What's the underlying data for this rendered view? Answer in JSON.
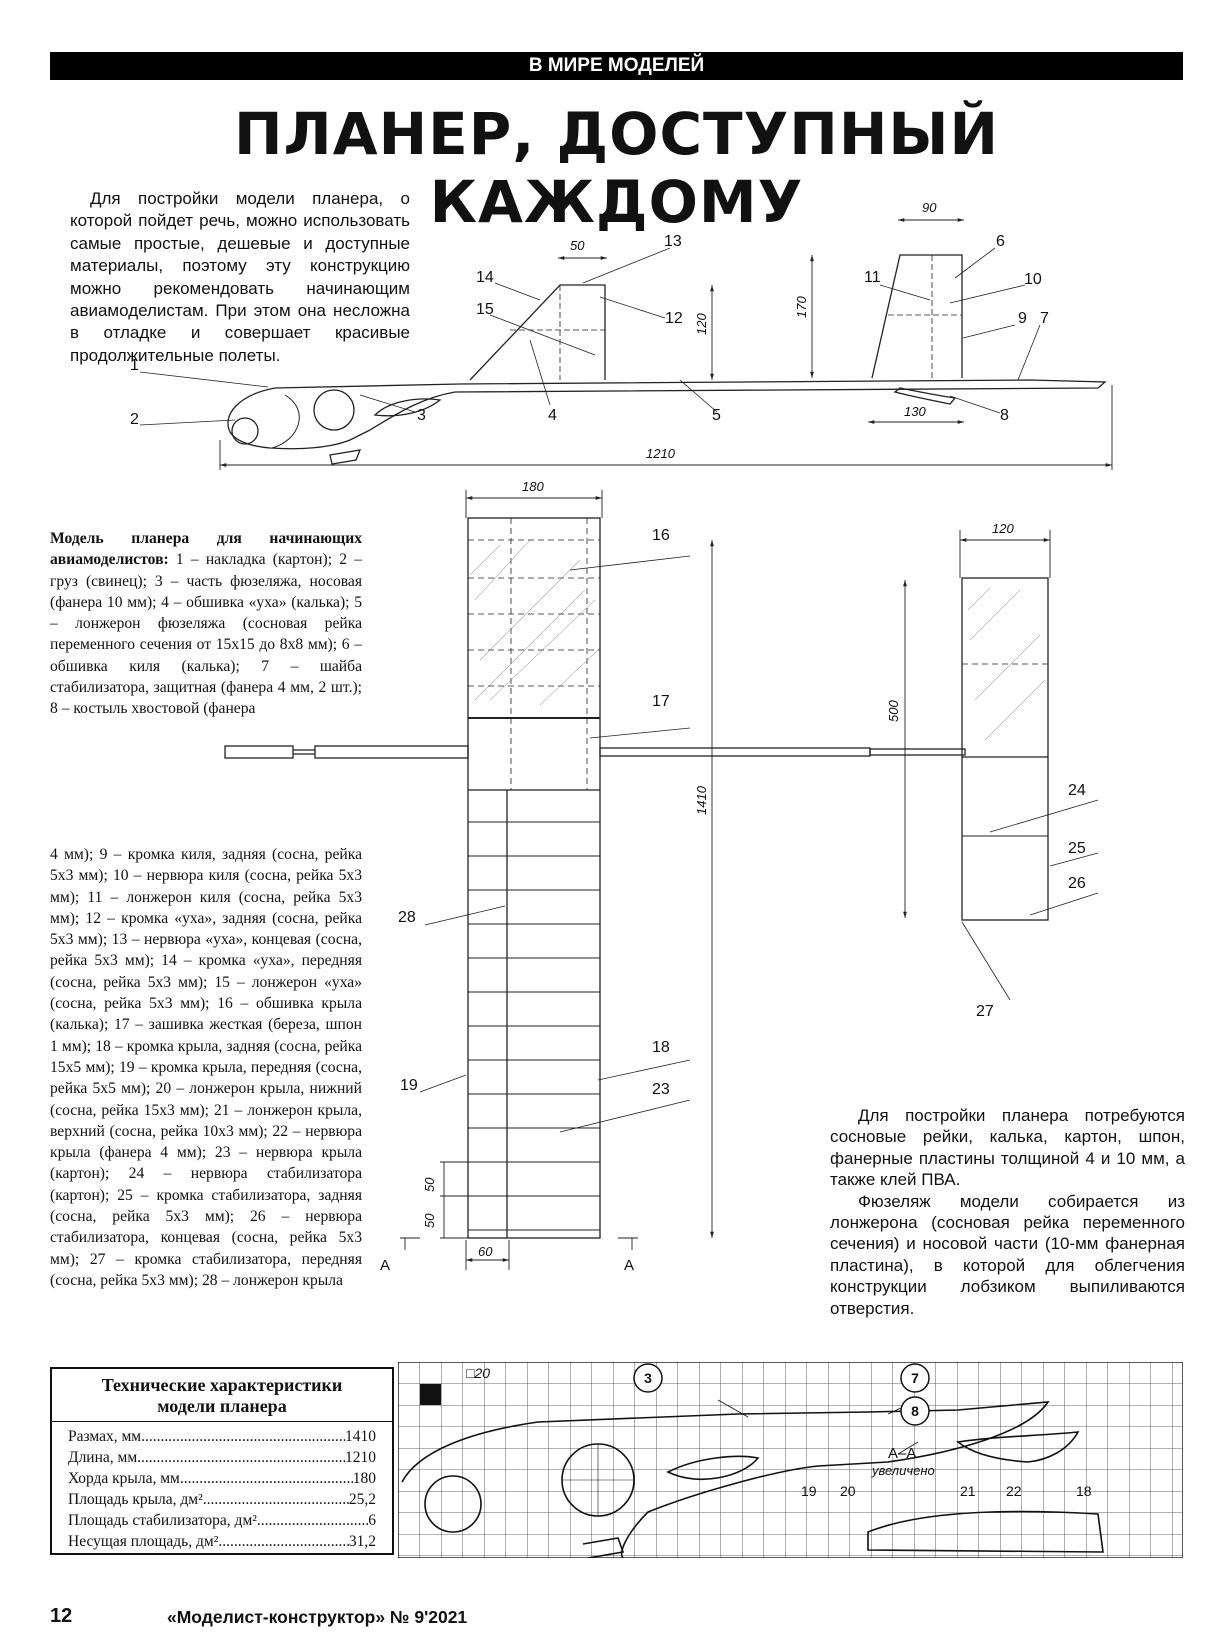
{
  "header": {
    "section": "В МИРЕ МОДЕЛЕЙ",
    "title": "ПЛАНЕР, ДОСТУПНЫЙ КАЖДОМУ"
  },
  "intro": "Для постройки модели планера, о которой пойдет речь, можно использовать самые простые, дешевые и доступные материалы, поэтому эту конструкцию можно рекомендовать начинающим авиамоделистам. При этом она несложна в отладке и совершает красивые продолжительные полеты.",
  "caption": {
    "title": "Модель планера для начинающих авиамоделистов:",
    "part1": "1 – накладка (картон); 2 – груз (свинец); 3 – часть фюзеляжа, носовая (фанера 10 мм); 4 – обшивка «уха» (калька); 5 – лонжерон фюзеляжа (сосновая рейка переменного сечения от 15х15 до 8х8 мм); 6 – обшивка киля (калька); 7 – шайба стабилизатора, защитная (фанера 4 мм, 2 шт.); 8 – костыль хвостовой (фанера",
    "part2": "4 мм); 9 – кромка киля, задняя (сосна, рейка 5х3 мм); 10 – нервюра киля (сосна, рейка 5х3 мм); 11 – лонжерон киля (сосна, рейка 5х3 мм); 12 – кромка «уха», задняя (сосна, рейка 5х3 мм); 13 – нервюра «уха», концевая (сосна, рейка 5х3 мм); 14 – кромка «уха», передняя (сосна, рейка 5х3 мм); 15 – лонжерон «уха» (сосна, рейка 5х3 мм); 16 – обшивка крыла (калька); 17 – зашивка жесткая (береза, шпон 1 мм); 18 – кромка крыла, задняя (сосна, рейка 15х5 мм); 19 – кромка крыла, передняя (сосна, рейка 5х5 мм); 20 – лонжерон крыла, нижний (сосна, рейка 15х3 мм); 21 – лонжерон крыла, верхний (сосна, рейка 10х3 мм); 22 – нервюра крыла (фанера 4 мм); 23 – нервюра крыла (картон); 24 – нервюра стабилизатора (картон); 25 – кромка стабилизатора, задняя (сосна, рейка 5х3 мм); 26 – нервюра стабилизатора, концевая (сосна, рейка 5х3 мм); 27 – кромка стабилизатора, передняя (сосна, рейка 5х3 мм); 28 – лонжерон крыла"
  },
  "body_text": [
    "Для постройки планера потребуются сосновые рейки, калька, картон, шпон, фанерные пластины толщиной 4 и 10 мм, а также клей ПВА.",
    "Фюзеляж модели собирается из лонжерона (сосновая рейка переменного сечения) и носовой части (10-мм фанерная пластина), в которой для облегчения конструкции лобзиком выпиливаются отверстия."
  ],
  "specs": {
    "title_line1": "Технические характеристики",
    "title_line2": "модели планера",
    "rows": [
      {
        "label": "Размах, мм ",
        "value": "1410"
      },
      {
        "label": "Длина, мм ",
        "value": "1210"
      },
      {
        "label": "Хорда крыла, мм ",
        "value": "180"
      },
      {
        "label": "Площадь крыла, дм² ",
        "value": "25,2"
      },
      {
        "label": "Площадь стабилизатора, дм² ",
        "value": "6"
      },
      {
        "label": "Несущая площадь, дм² ",
        "value": "31,2"
      }
    ]
  },
  "drawing": {
    "dims": {
      "ear_width": "50",
      "ear_height": "120",
      "fin_height": "170",
      "fin_width": "90",
      "fin_base": "130",
      "length": "1210",
      "wing_chord": "180",
      "span": "1410",
      "stab_chord": "120",
      "stab_half_span": "500",
      "rib_step_1": "50",
      "rib_step_2": "50",
      "spar_offset": "60"
    },
    "section_mark": "А",
    "section_label": "А–А",
    "section_note": "увеличено",
    "grid_note": "□20",
    "side_labels": [
      "1",
      "2",
      "3",
      "4",
      "5",
      "6",
      "7",
      "8",
      "9",
      "10",
      "11",
      "12",
      "13",
      "14",
      "15"
    ],
    "plan_labels": [
      "16",
      "17",
      "18",
      "19",
      "23",
      "24",
      "25",
      "26",
      "27",
      "28"
    ],
    "template_circled": [
      "3",
      "7",
      "8"
    ],
    "section_labels": [
      "19",
      "20",
      "21",
      "22",
      "18"
    ]
  },
  "footer": {
    "page": "12",
    "magazine": "«Моделист-конструктор» № 9'2021"
  }
}
